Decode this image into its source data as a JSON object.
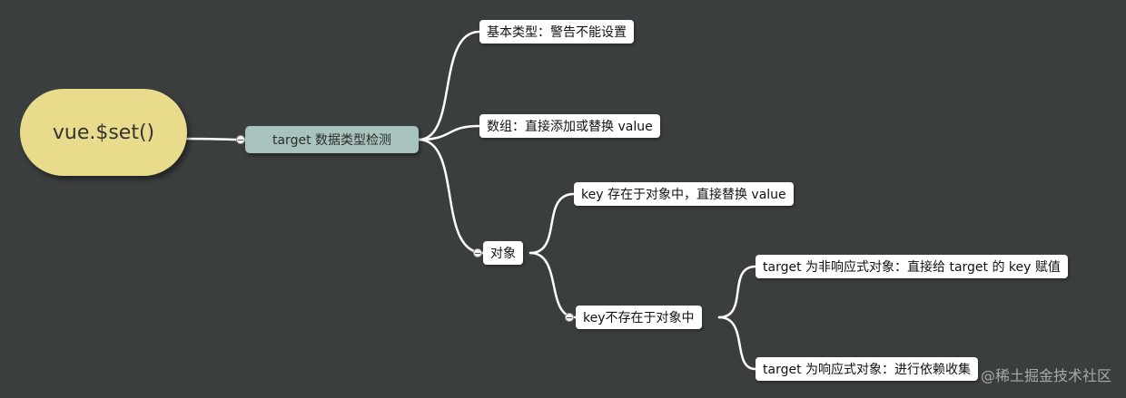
{
  "root": {
    "label": "vue.$set()"
  },
  "check": {
    "label": "target 数据类型检测"
  },
  "branches": {
    "basic": "基本类型：警告不能设置",
    "array": "数组：直接添加或替换 value",
    "object": "对象",
    "key_exists": "key 存在于对象中，直接替换 value",
    "key_not_exists": "key不存在于对象中",
    "non_reactive": "target 为非响应式对象：直接给 target 的 key 赋值",
    "reactive": "target 为响应式对象：进行依赖收集"
  },
  "watermark": "@稀土掘金技术社区",
  "colors": {
    "background": "#3b3e3f",
    "root_fill": "#e8dc8c",
    "check_fill": "#a8c3bd",
    "leaf_fill": "#ffffff",
    "connector": "#ffffff"
  }
}
